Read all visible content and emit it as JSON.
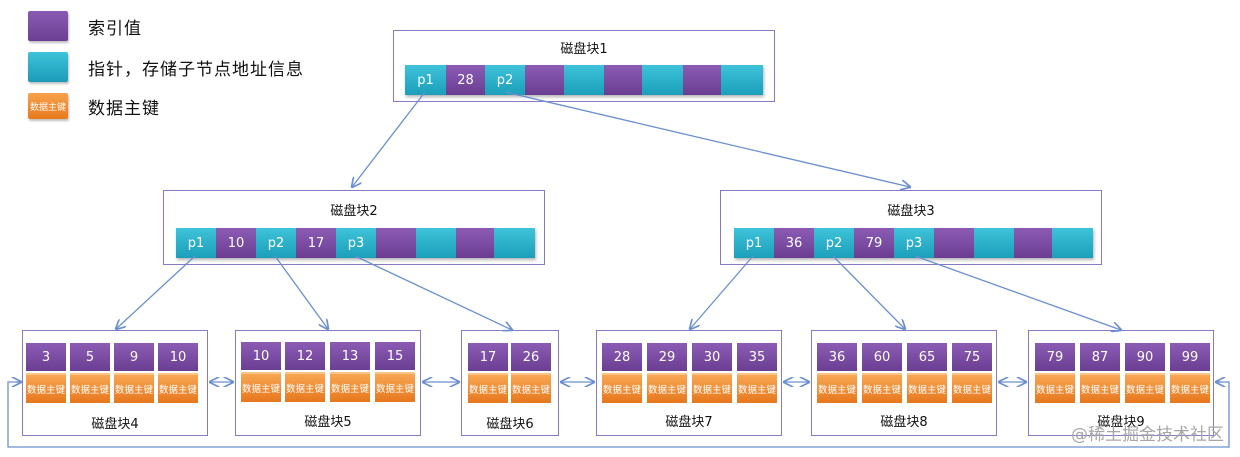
{
  "legend": {
    "index_value": "索引值",
    "pointer": "指针，存储子节点地址信息",
    "data_key": "数据主键",
    "data_swatch_label": "数据主键"
  },
  "colors": {
    "index": "#7b4ea5",
    "pointer": "#2bb3cc",
    "data": "#ef8c33",
    "border": "#8a79c4",
    "arrow": "#6a8fd0"
  },
  "root": {
    "title": "磁盘块1",
    "p1": "p1",
    "k1": "28",
    "p2": "p2"
  },
  "block2": {
    "title": "磁盘块2",
    "p1": "p1",
    "k1": "10",
    "p2": "p2",
    "k2": "17",
    "p3": "p3"
  },
  "block3": {
    "title": "磁盘块3",
    "p1": "p1",
    "k1": "36",
    "p2": "p2",
    "k2": "79",
    "p3": "p3"
  },
  "leaf_data_label": "数据主键",
  "leaves": [
    {
      "title": "磁盘块4",
      "keys": [
        "3",
        "5",
        "9",
        "10"
      ]
    },
    {
      "title": "磁盘块5",
      "keys": [
        "10",
        "12",
        "13",
        "15"
      ]
    },
    {
      "title": "磁盘块6",
      "keys": [
        "17",
        "26"
      ]
    },
    {
      "title": "磁盘块7",
      "keys": [
        "28",
        "29",
        "30",
        "35"
      ]
    },
    {
      "title": "磁盘块8",
      "keys": [
        "36",
        "60",
        "65",
        "75"
      ]
    },
    {
      "title": "磁盘块9",
      "keys": [
        "79",
        "87",
        "90",
        "99"
      ]
    }
  ],
  "watermark": "@稀土掘金技术社区"
}
